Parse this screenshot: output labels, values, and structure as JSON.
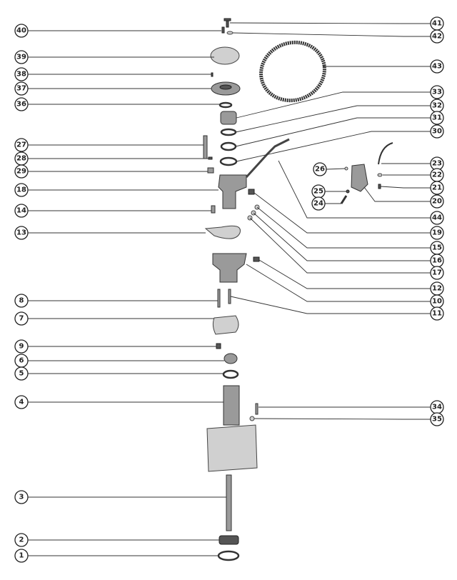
{
  "title": "Exploded parts diagram",
  "callouts": {
    "left": [
      "40",
      "39",
      "38",
      "37",
      "36",
      "27",
      "28",
      "29",
      "18",
      "14",
      "13",
      "8",
      "7",
      "9",
      "6",
      "5",
      "4",
      "3",
      "2",
      "1"
    ],
    "right": [
      "41",
      "42",
      "43",
      "33",
      "32",
      "31",
      "30",
      "23",
      "22",
      "21",
      "20",
      "44",
      "19",
      "15",
      "16",
      "17",
      "12",
      "10",
      "11",
      "34",
      "35"
    ],
    "inner": [
      "26",
      "25",
      "24"
    ]
  }
}
